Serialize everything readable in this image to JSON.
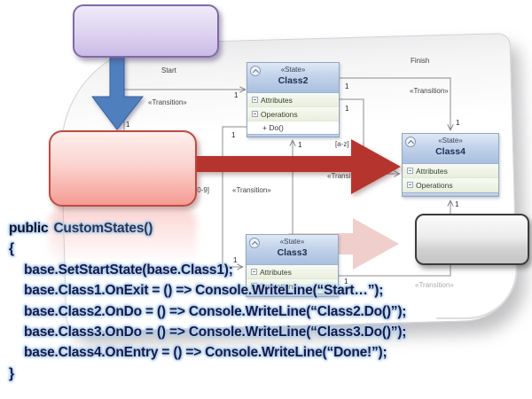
{
  "overlay_code": {
    "keyword": "public",
    "method": "CustomStates()",
    "brace_open": "{",
    "brace_close": "}",
    "lines": [
      "base.SetStartState(base.Class1);",
      "base.Class1.OnExit = () => Console.WriteLine(“Start…”);",
      "base.Class2.OnDo = () => Console.WriteLine(“Class2.Do()”);",
      "base.Class3.OnDo = () => Console.WriteLine(“Class3.Do()”);",
      "base.Class4.OnEntry = () => Console.WriteLine(“Done!”);"
    ]
  },
  "diagram": {
    "states": [
      {
        "stereotype": "«State»",
        "name": "Class2",
        "rows": [
          "Attributes",
          "Operations"
        ],
        "operation": "+ Do()"
      },
      {
        "stereotype": "«State»",
        "name": "Class3",
        "rows": [
          "Attributes",
          "Operations"
        ]
      },
      {
        "stereotype": "«State»",
        "name": "Class4",
        "rows": [
          "Attributes",
          "Operations"
        ]
      }
    ],
    "labels": {
      "start": "Start",
      "finish": "Finish",
      "transition": "«Transition»",
      "guard_lower": "[a-z]",
      "guard_digit": "[0-9]",
      "mult": "1"
    }
  },
  "colors": {
    "blue_arrow": "#4f7fbe",
    "red_arrow": "#b5352e",
    "pink_ghost_arrow": "#ecc2be",
    "purple_callout_border": "#7e6aa8",
    "red_callout_border": "#bf4a42",
    "gray_callout_border": "#3c3c3c",
    "code_glow": "#a9cdf0"
  }
}
